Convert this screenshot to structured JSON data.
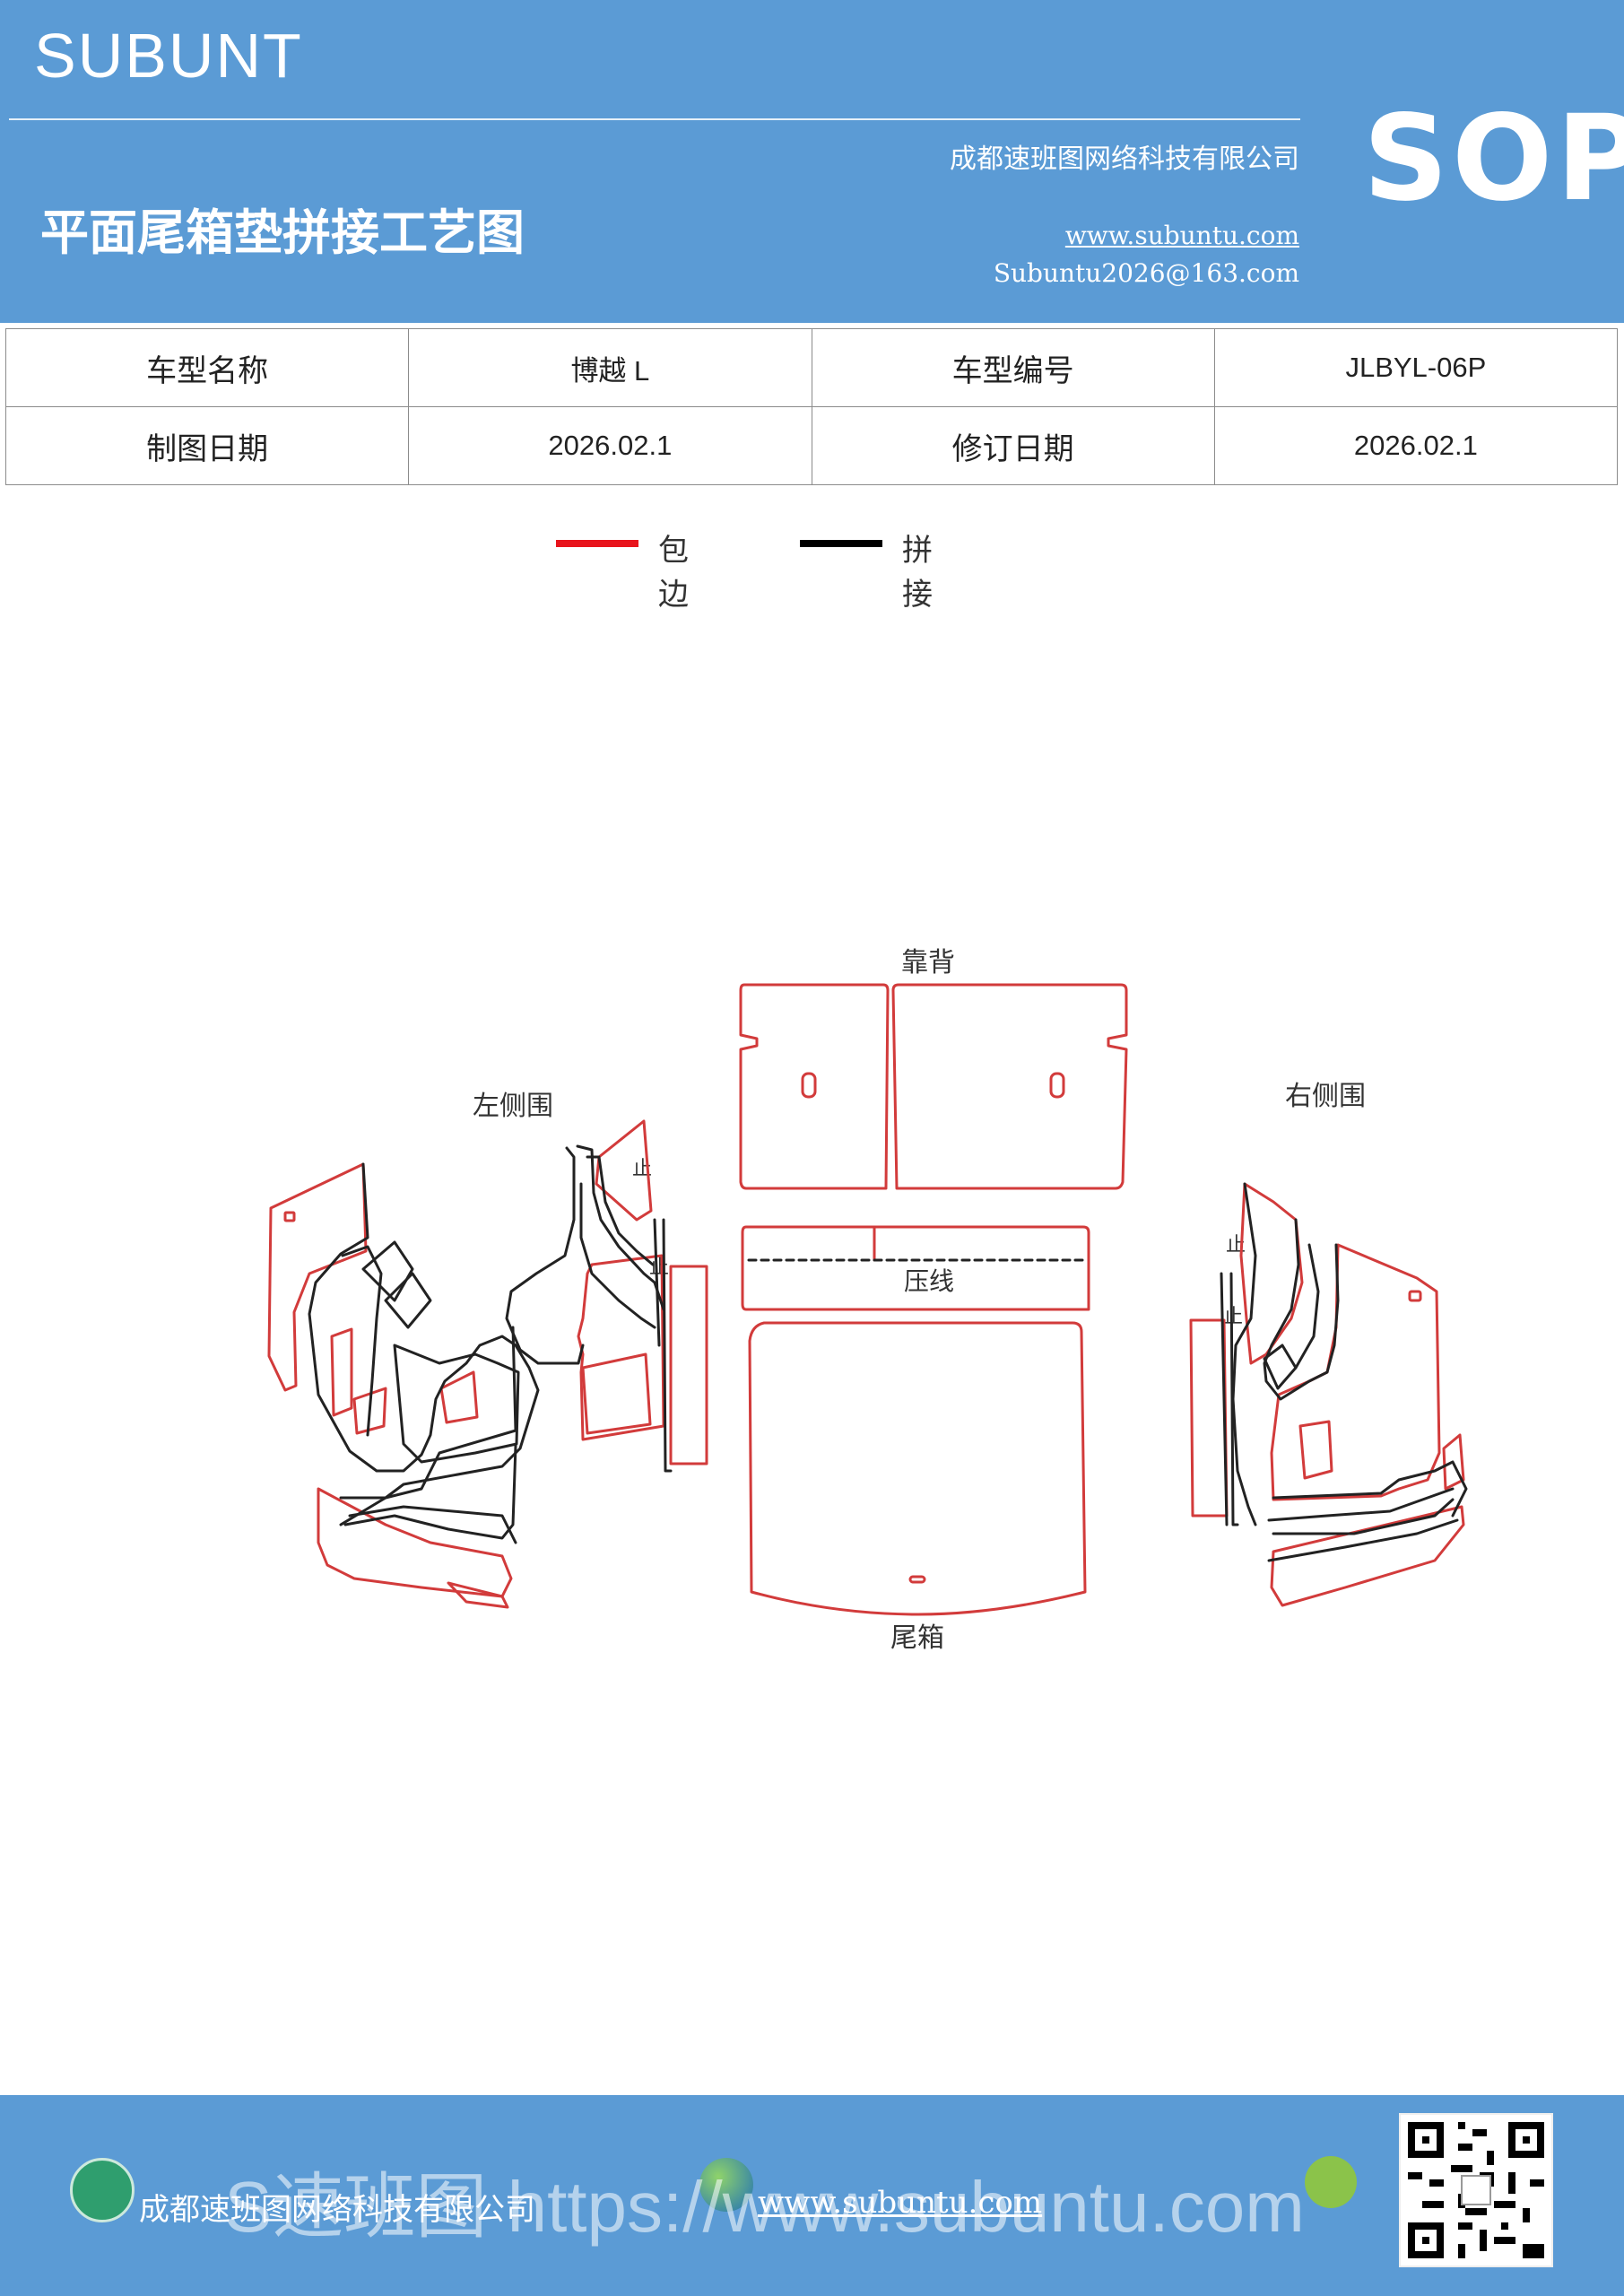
{
  "header": {
    "brand": "SUBUNT",
    "company": "成都速班图网络科技有限公司",
    "title": "平面尾箱垫拼接工艺图",
    "website": "www.subuntu.com",
    "email": "Subuntu2026@163.com",
    "badge": "SOP"
  },
  "info_table": {
    "row1": {
      "label1": "车型名称",
      "value1": "博越 L",
      "label2": "车型编号",
      "value2": "JLBYL-06P"
    },
    "row2": {
      "label1": "制图日期",
      "value1": "2026.02.1",
      "label2": "修订日期",
      "value2": "2026.02.1"
    }
  },
  "legend": [
    {
      "label": "包边",
      "color": "#e8141c"
    },
    {
      "label": "拼接",
      "color": "#000000"
    }
  ],
  "diagram": {
    "labels": {
      "backrest": "靠背",
      "left_side": "左侧围",
      "right_side": "右侧围",
      "crease": "压线",
      "trunk": "尾箱",
      "stop_mark": "止"
    },
    "colors": {
      "edge": "#d23b3b",
      "seam": "#222222"
    }
  },
  "footer": {
    "company": "成都速班图网络科技有限公司",
    "website": "www.subuntu.com",
    "watermark": "S速班图 https://www.subuntu.com"
  }
}
